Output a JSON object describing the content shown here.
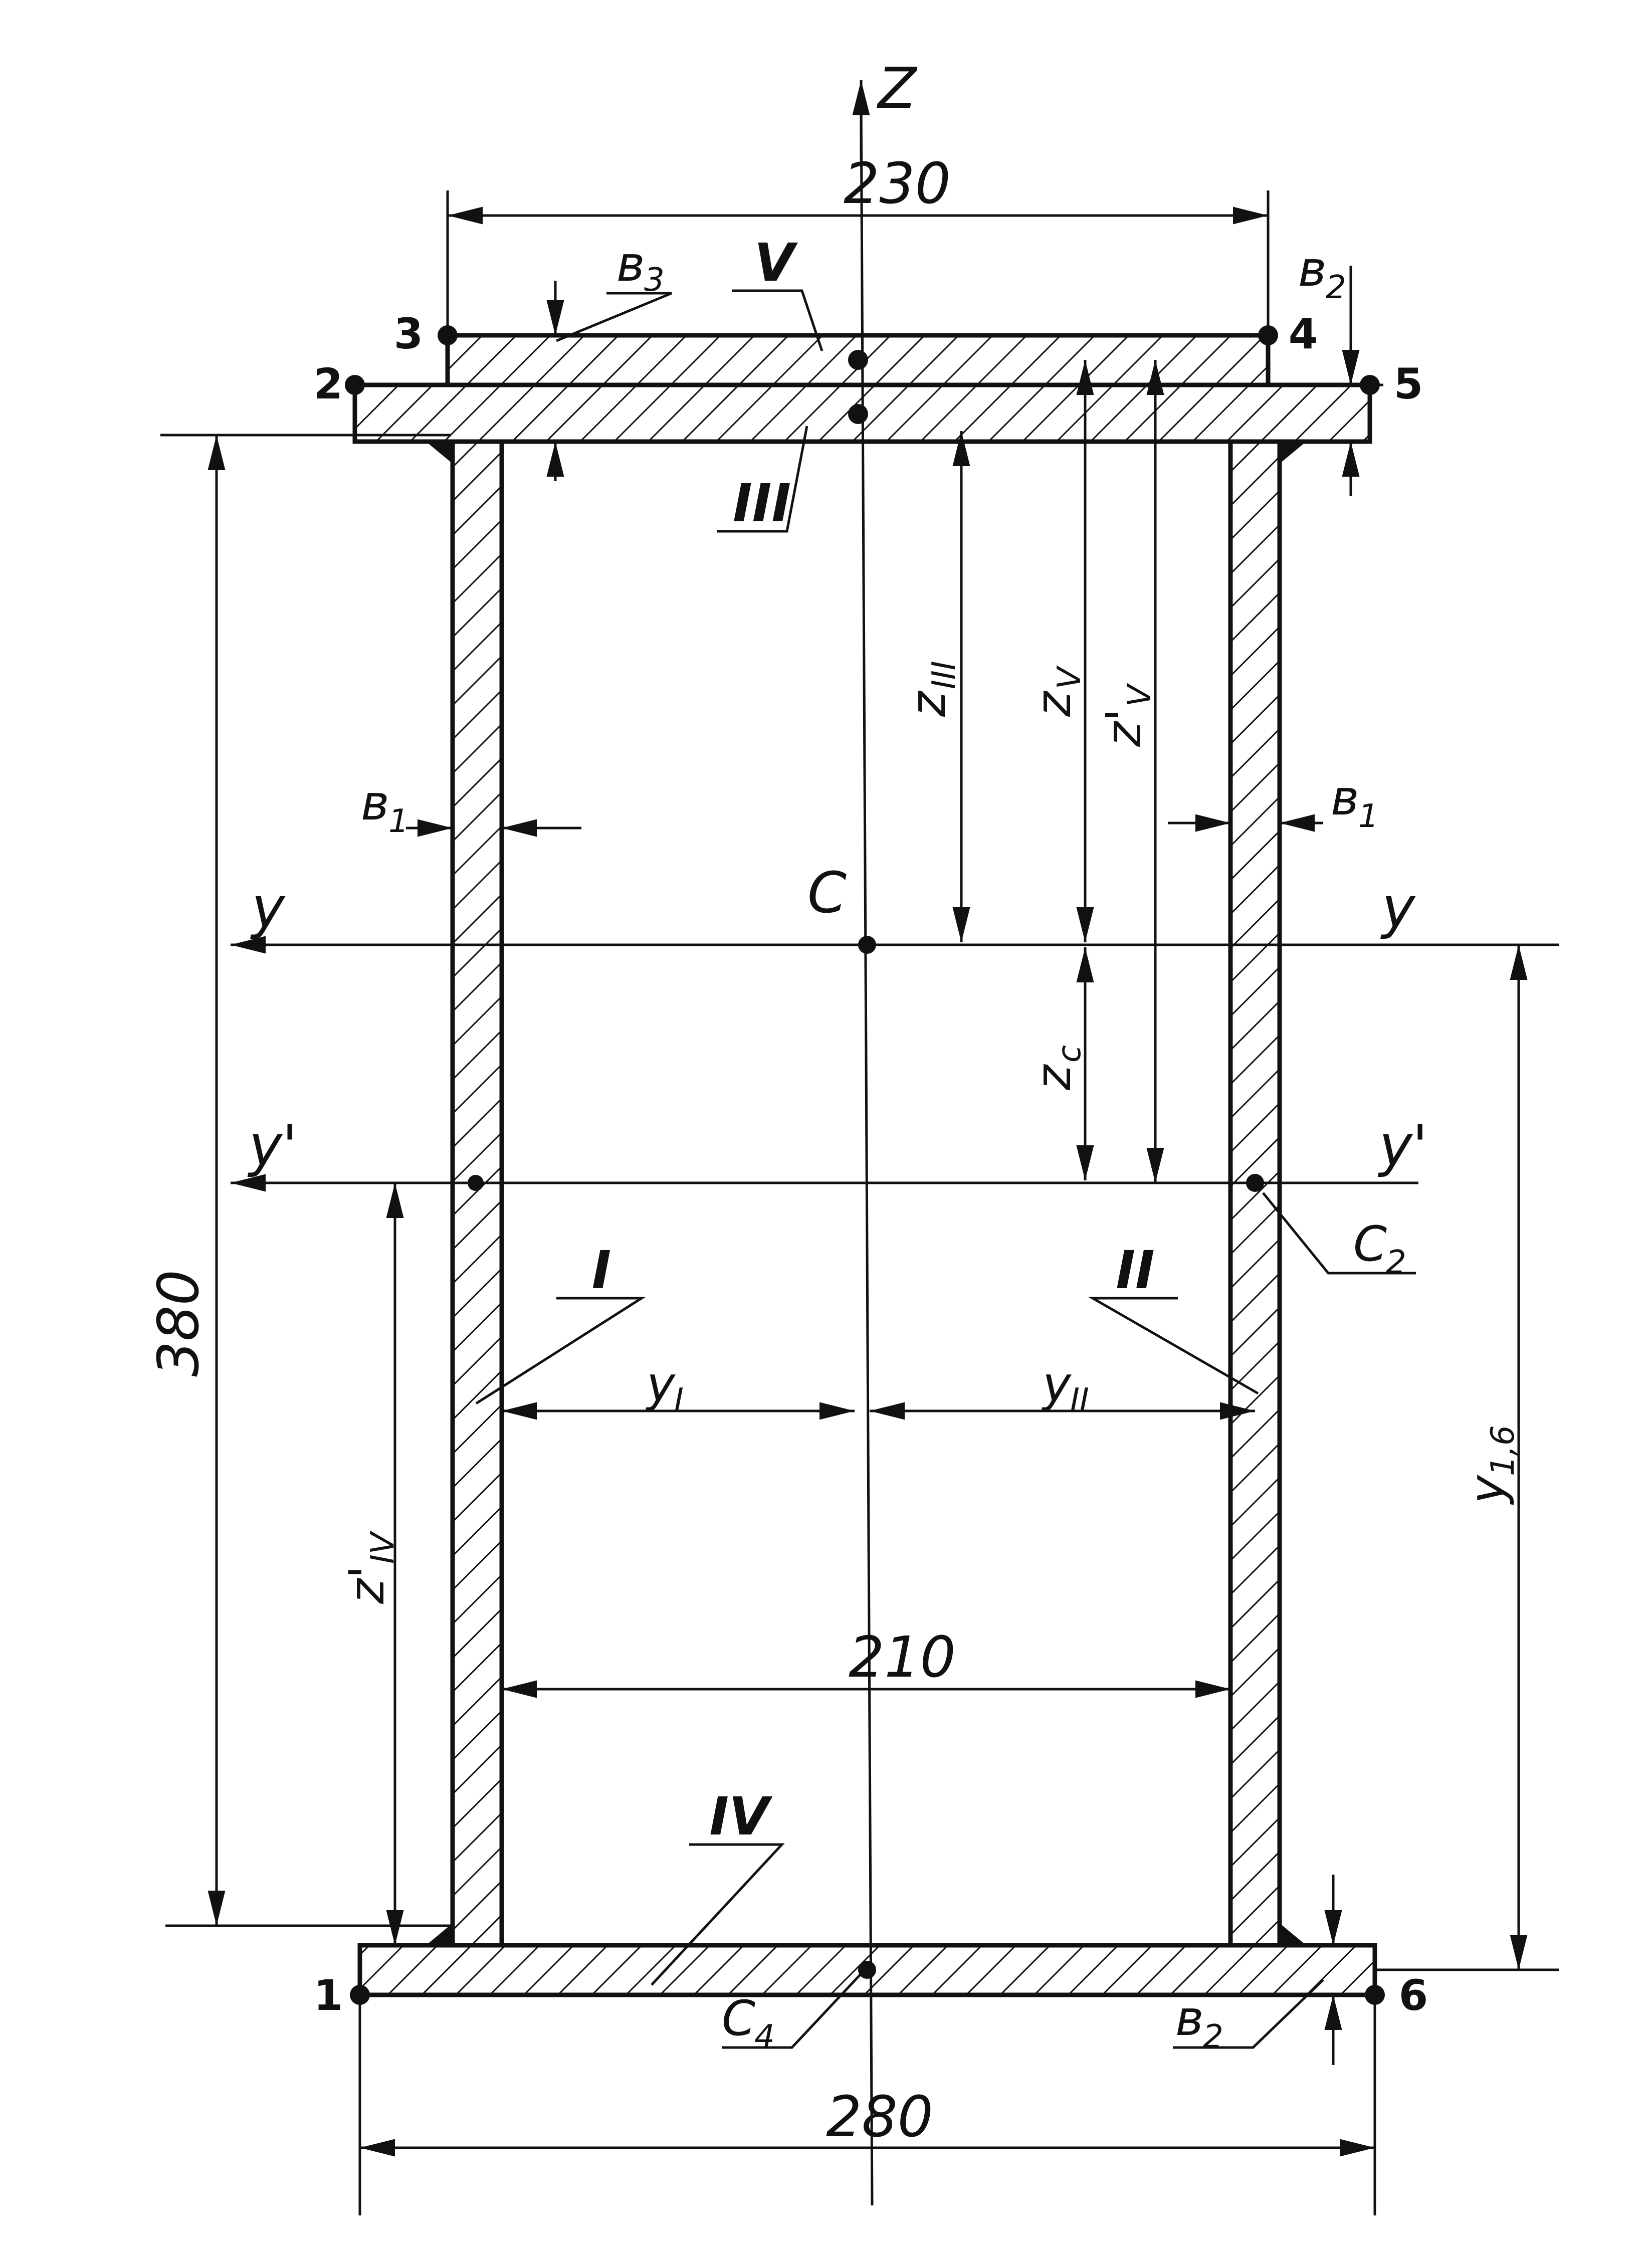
{
  "dimensions": {
    "top_width": "230",
    "bottom_width": "280",
    "inner_width": "210",
    "height": "380"
  },
  "axes": {
    "z": "Z",
    "y": "y",
    "y_prime": "y'"
  },
  "centroid": "C",
  "parts": {
    "p1": "I",
    "p2": "II",
    "p3": "III",
    "p4": "IV",
    "p5": "V"
  },
  "points": [
    "1",
    "2",
    "3",
    "4",
    "5",
    "6"
  ],
  "symbols": {
    "b1_base": "в",
    "b1_sub": "1",
    "b2_base": "в",
    "b2_sub": "2",
    "b3_base": "в",
    "b3_sub": "3",
    "c2_base": "C",
    "c2_sub": "2",
    "c4_base": "C",
    "c4_sub": "4",
    "z_III_base": "z",
    "z_III_sub": "III",
    "z_V_base": "z",
    "z_V_sub": "V",
    "z_V_prime_base": "z'",
    "z_V_prime_sub": "V",
    "z_c_base": "z",
    "z_c_sub": "c",
    "z_IV_prime_base": "z'",
    "z_IV_prime_sub": "IV",
    "y_I_base": "y",
    "y_I_sub": "I",
    "y_II_base": "y",
    "y_II_sub": "II",
    "y_16_base": "y",
    "y_16_sub": "1,6"
  },
  "colors": {
    "ink": "#111111",
    "paper": "#ffffff"
  }
}
